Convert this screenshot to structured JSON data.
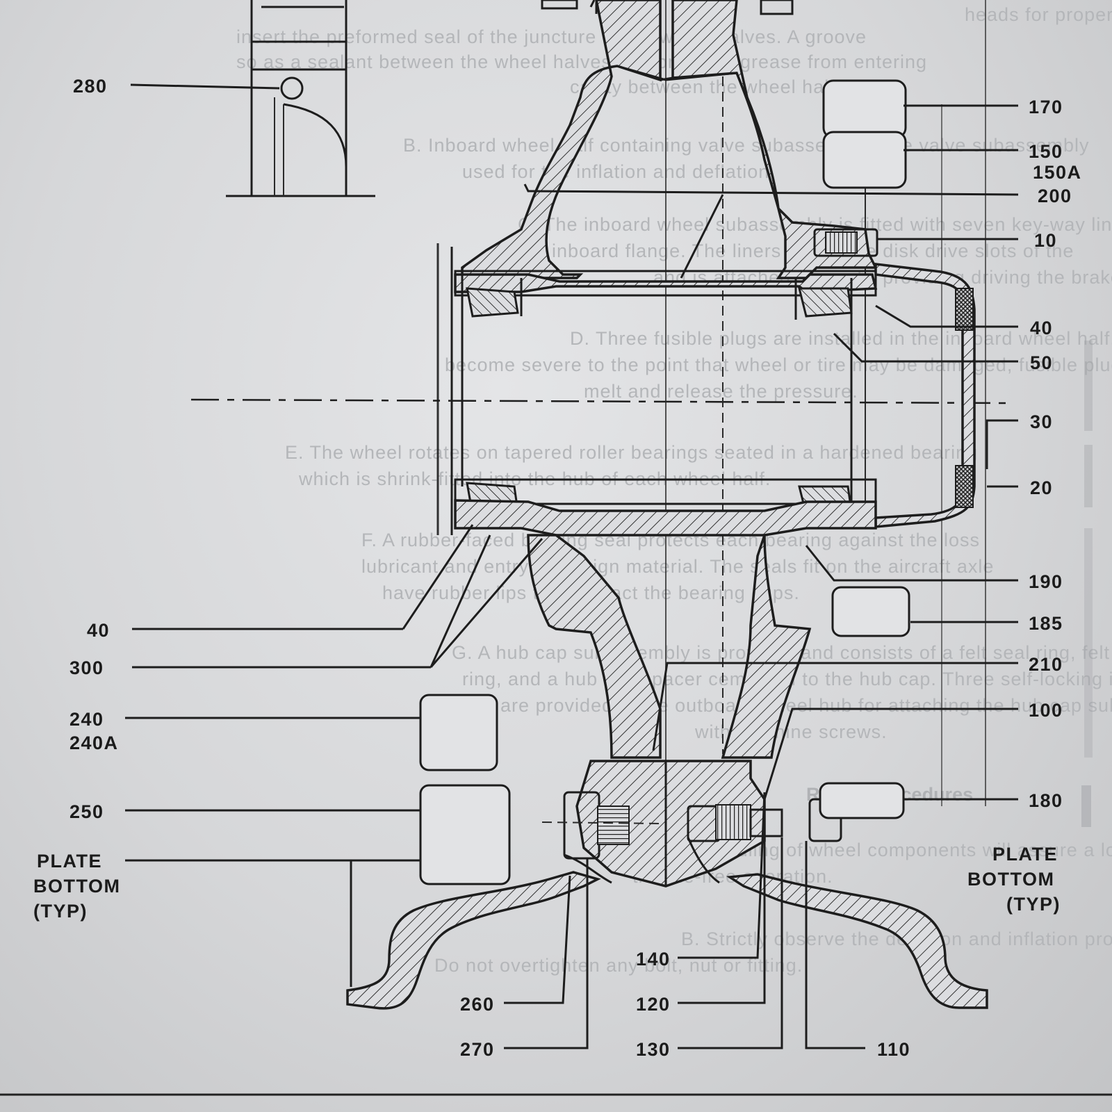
{
  "figure": {
    "callouts_left": [
      "280",
      "40",
      "300",
      "240",
      "240A",
      "250"
    ],
    "callouts_right": [
      "170",
      "150",
      "150A",
      "200",
      "10",
      "40",
      "50",
      "30",
      "20",
      "190",
      "185",
      "210",
      "100",
      "180"
    ],
    "callouts_bottom": [
      "140",
      "260",
      "120",
      "270",
      "130",
      "110"
    ],
    "plate_bottom_left": [
      "PLATE",
      "BOTTOM",
      "(TYP)"
    ],
    "plate_bottom_right": [
      "PLATE",
      "BOTTOM",
      "(TYP)"
    ]
  },
  "background_text": [
    "heads for proper torque when pulling the wheel halves",
    "insert the preformed seal of the juncture of the wheel halves. A groove",
    "so as a sealant between the wheel halves and prevents grease from entering",
    "cavity between the wheel halves.",
    "B. Inboard wheel half containing valve subassembly. The valve subassembly",
    "used for tire inflation and deflation.",
    "C. The inboard wheel subassembly is fitted with seven key-way liners riveted to",
    "the inboard flange. The liners fit into the disk drive slots of the",
    "and is attached securely, providing driving the brake rotating disk tangs.",
    "D. Three fusible plugs are installed in the inboard wheel half. If the braking",
    "become severe to the point that wheel or tire may be damaged, fusible plugs",
    "melt and release the pressure.",
    "E. The wheel rotates on tapered roller bearings seated in a hardened bearing",
    "which is shrink-fitted into the hub of each wheel half.",
    "F. A rubber-faced bearing seal protects each bearing against the loss",
    "lubricant and entry of foreign material. The seals fit on the aircraft axle",
    "have rubber lips that contact the bearing cups.",
    "G. A hub cap subassembly is provided and consists of a felt seal ring, felt retaining",
    "ring, and a hub cap spacer cemented to the hub cap. Three self-locking inserts",
    "are provided in the outboard wheel hub for attaching the hub cap subassembly",
    "with machine screws.",
    "Repair Procedures",
    "Careful handling of wheel components will assure a long service life",
    "trouble-free operation.",
    "B. Strictly observe the deflation and inflation procedures specified in this manual.",
    "Do not overtighten any bolt, nut or fitting."
  ]
}
